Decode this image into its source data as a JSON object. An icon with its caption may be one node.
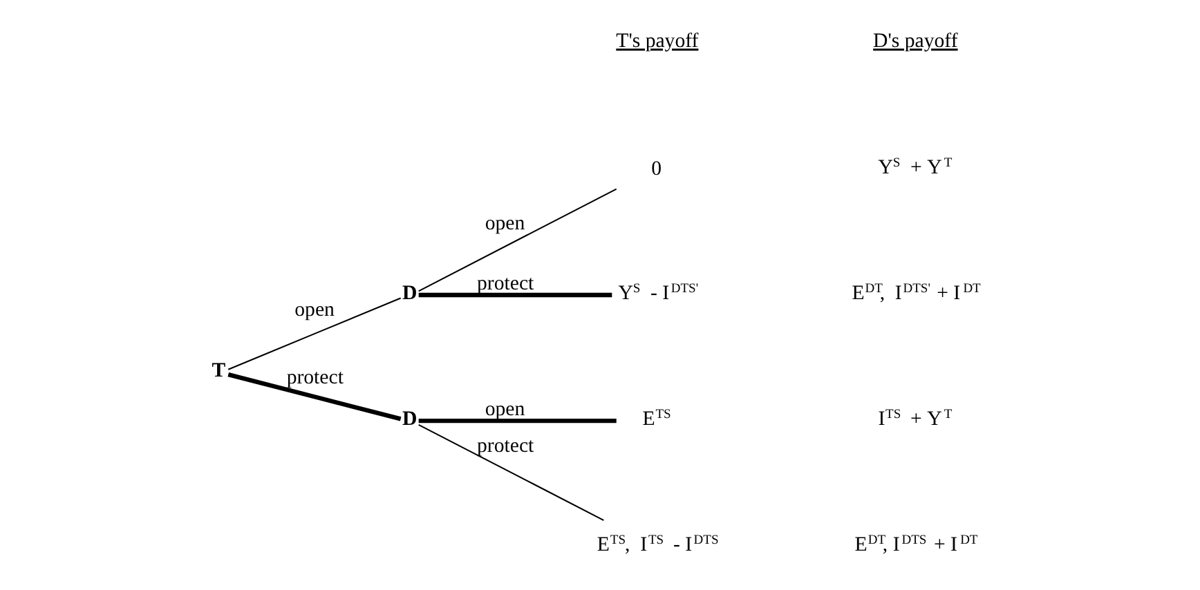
{
  "diagram": {
    "nodes": [
      {
        "text": [
          "T"
        ]
      },
      {
        "text": [
          "D"
        ]
      },
      {
        "text": [
          "D"
        ]
      },
      {
        "text": [
          "0"
        ]
      },
      {
        "text": [
          "Y$^{S}$ - I$^{DTS'}$"
        ]
      },
      {
        "text": [
          "E$^{TS}$"
        ]
      },
      {
        "text": [
          "E$^{TS}$,  I$^{TS}$ - I$^{DTS}$"
        ]
      }
    ],
    "edges": [
      {
        "from": 0,
        "to": 1,
        "arrow": "none",
        "label": "open"
      },
      {
        "from": 0,
        "to": 2,
        "arrow": "none",
        "label": "protect",
        "style": "thick"
      },
      {
        "from": 1,
        "to": 3,
        "arrow": "none",
        "label": "open"
      },
      {
        "from": 1,
        "to": 4,
        "arrow": "none",
        "label": "protect",
        "style": "thick"
      },
      {
        "from": 2,
        "to": 5,
        "arrow": "none",
        "label": "open",
        "style": "thick"
      },
      {
        "from": 2,
        "to": 6,
        "arrow": "none",
        "label": "protect"
      }
    ],
    "labels": [
      "T's payoff",
      "D's payoff",
      "Y$^{S}$ + Y$^{T}$",
      "E$^{DT}$,  I$^{DTS'}$ + I$^{DT}$",
      "I$^{TS}$ + Y$^{T}$",
      "E$^{DT}$, I$^{DTS}$ + I$^{DT}$"
    ]
  }
}
